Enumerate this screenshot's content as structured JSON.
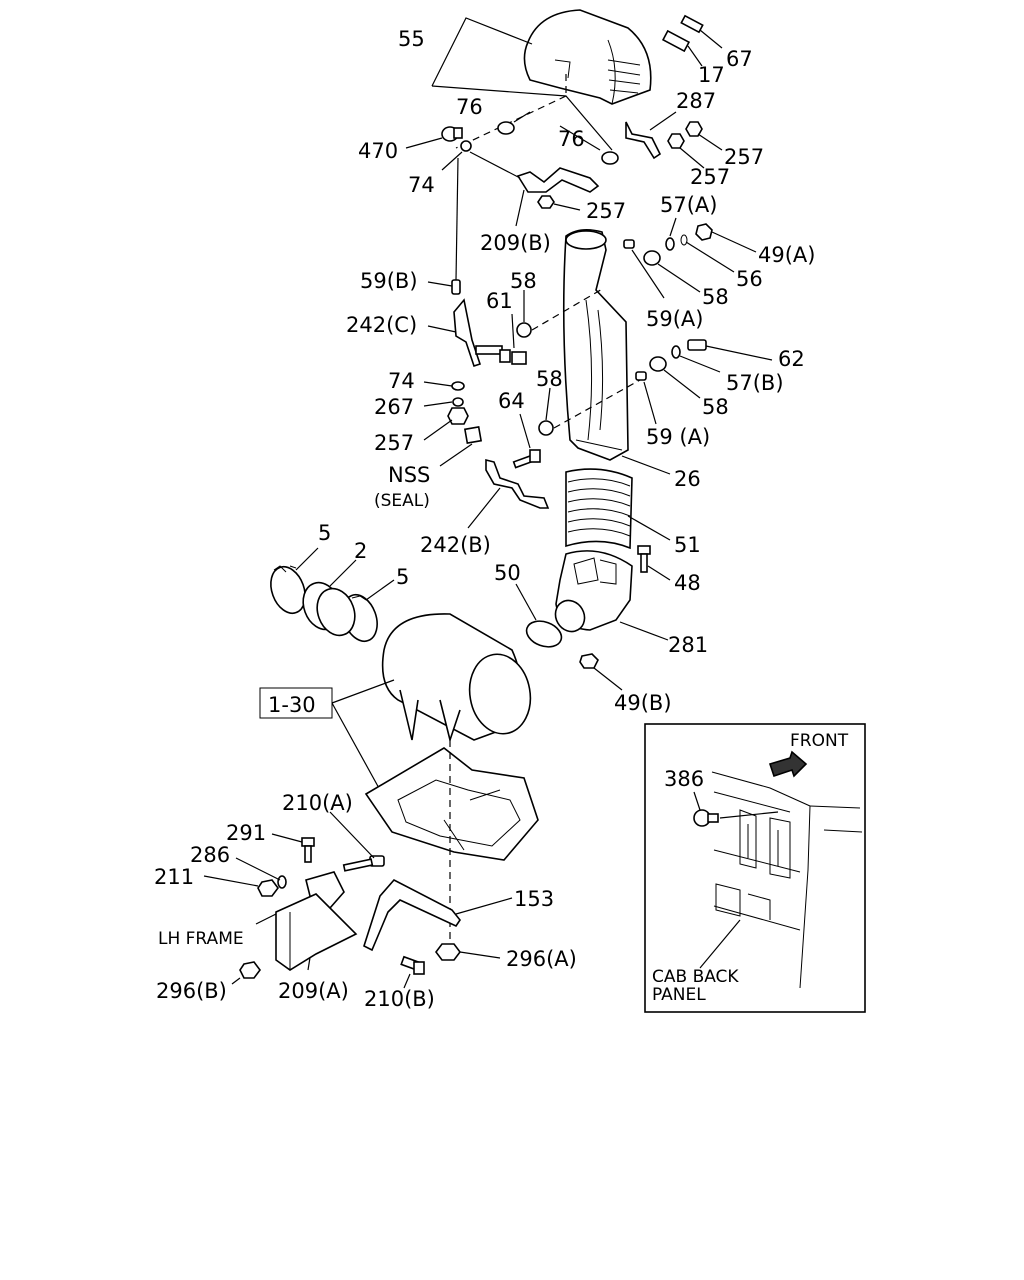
{
  "labels": {
    "l55": "55",
    "l67": "67",
    "l17": "17",
    "l76a": "76",
    "l76b": "76",
    "l287": "287",
    "l470": "470",
    "l257a": "257",
    "l74a": "74",
    "l257b": "257",
    "l257c": "257",
    "l57a": "57(A)",
    "l209b": "209(B)",
    "l49a": "49(A)",
    "l56": "56",
    "l59b": "59(B)",
    "l58a": "58",
    "l58b": "58",
    "l61": "61",
    "l59a1": "59(A)",
    "l242c": "242(C)",
    "l62": "62",
    "l57b": "57(B)",
    "l74b": "74",
    "l58c": "58",
    "l58d": "58",
    "l267": "267",
    "l64": "64",
    "l59a2": "59 (A)",
    "l257d": "257",
    "l26": "26",
    "lnss": "NSS",
    "lseal": "(SEAL)",
    "l242b": "242(B)",
    "l51": "51",
    "l5a": "5",
    "l2": "2",
    "l5b": "5",
    "l50": "50",
    "l48": "48",
    "l281": "281",
    "l49b": "49(B)",
    "l130": "1-30",
    "l210a": "210(A)",
    "l291": "291",
    "l286": "286",
    "l211": "211",
    "l153": "153",
    "llh": "LH FRAME",
    "l296a": "296(A)",
    "l296b": "296(B)",
    "l209a": "209(A)",
    "l210b": "210(B)",
    "lfront": "FRONT",
    "l386": "386",
    "lcab1": "CAB BACK",
    "lcab2": "PANEL"
  }
}
